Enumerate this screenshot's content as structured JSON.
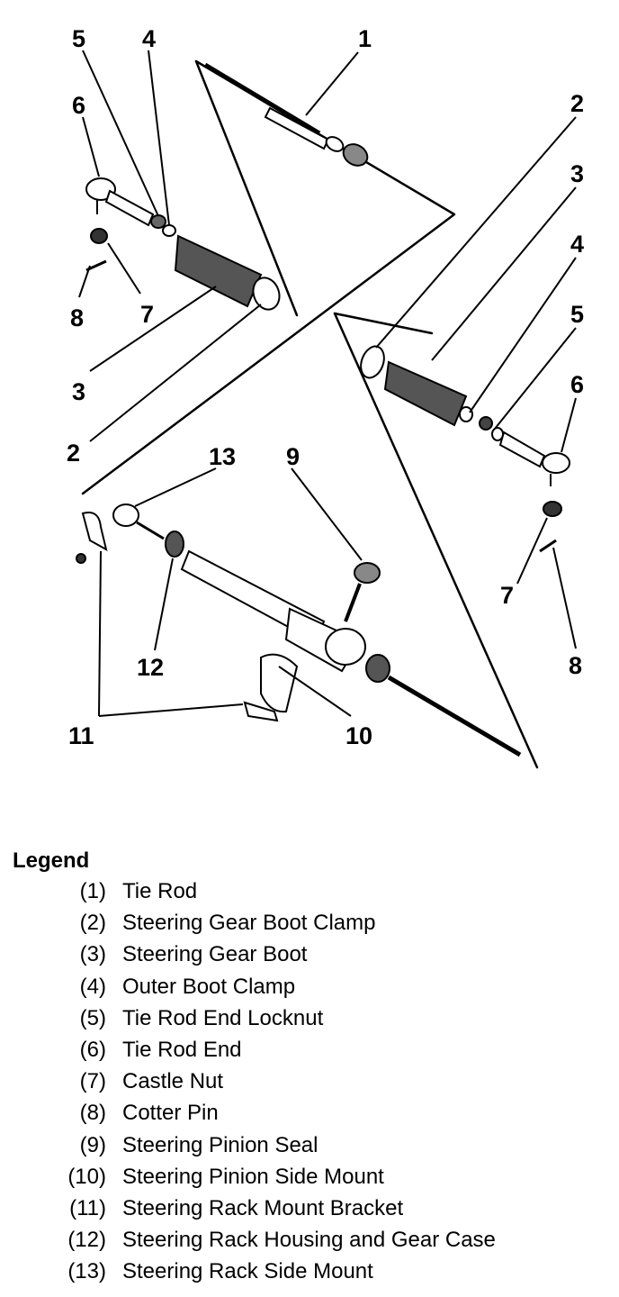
{
  "callouts": {
    "upper_left": {
      "n1": "1",
      "n4": "4",
      "n5": "5",
      "n6": "6",
      "n7": "7",
      "n8": "8",
      "n3": "3",
      "n2": "2"
    },
    "right": {
      "n2": "2",
      "n3": "3",
      "n4": "4",
      "n5": "5",
      "n6": "6",
      "n7": "7",
      "n8": "8"
    },
    "lower": {
      "n13": "13",
      "n9": "9",
      "n12": "12",
      "n11": "11",
      "n10": "10"
    }
  },
  "legend": {
    "title": "Legend",
    "items": [
      {
        "num": "(1)",
        "label": "Tie Rod"
      },
      {
        "num": "(2)",
        "label": "Steering Gear Boot Clamp"
      },
      {
        "num": "(3)",
        "label": "Steering Gear Boot"
      },
      {
        "num": "(4)",
        "label": "Outer Boot Clamp"
      },
      {
        "num": "(5)",
        "label": "Tie Rod End Locknut"
      },
      {
        "num": "(6)",
        "label": "Tie Rod End"
      },
      {
        "num": "(7)",
        "label": "Castle Nut"
      },
      {
        "num": "(8)",
        "label": "Cotter Pin"
      },
      {
        "num": "(9)",
        "label": "Steering Pinion Seal"
      },
      {
        "num": "(10)",
        "label": "Steering Pinion Side Mount"
      },
      {
        "num": "(11)",
        "label": "Steering Rack Mount Bracket"
      },
      {
        "num": "(12)",
        "label": "Steering Rack Housing and Gear Case"
      },
      {
        "num": "(13)",
        "label": "Steering Rack Side Mount"
      }
    ]
  }
}
